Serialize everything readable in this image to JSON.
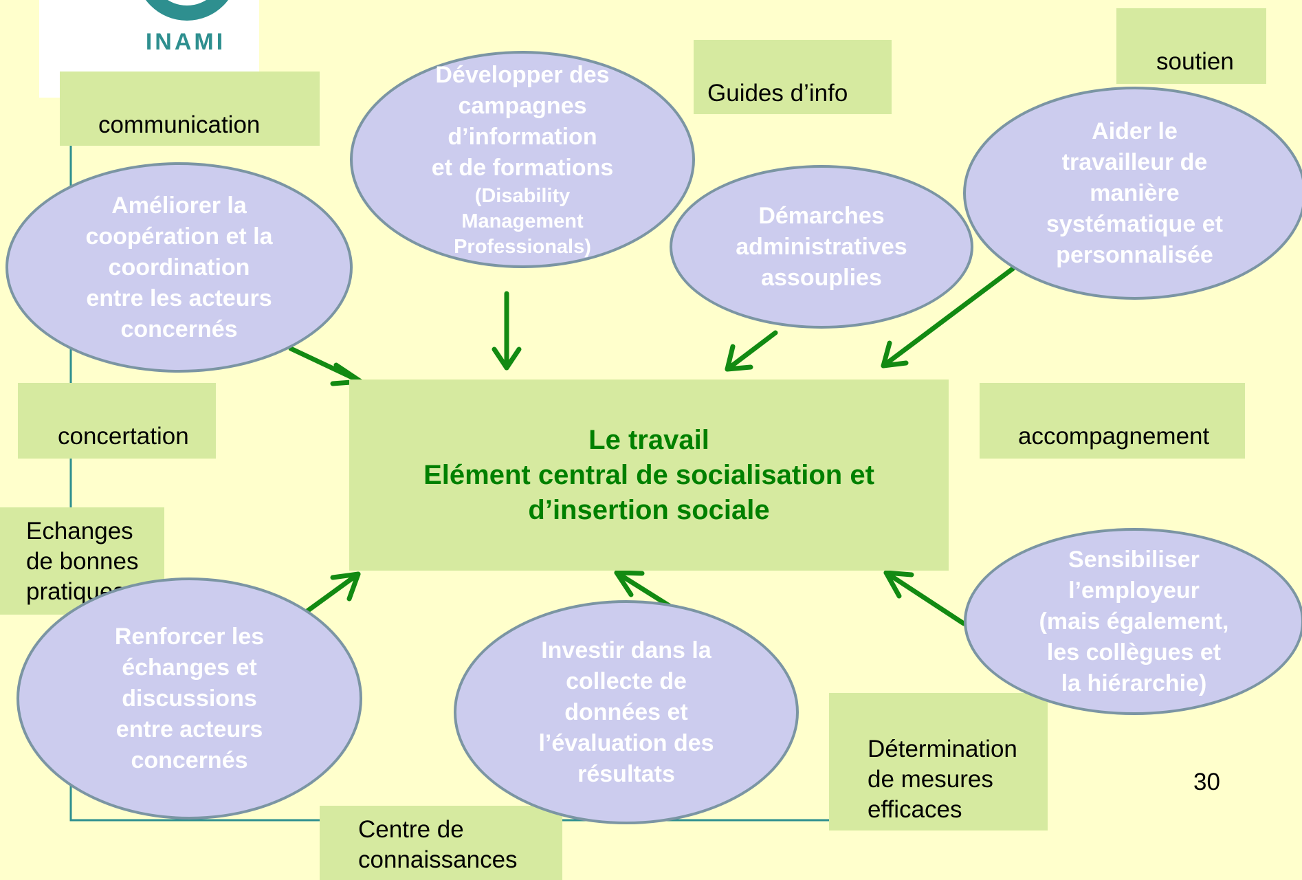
{
  "logo": {
    "text": "INAMI"
  },
  "labels": {
    "communication": "communication",
    "guides": "Guides d’info",
    "soutien": "soutien",
    "concertation": "concertation",
    "accompagnement": "accompagnement",
    "echanges": [
      "Echanges",
      "de bonnes",
      "pratiques"
    ],
    "determination": [
      "Détermination",
      "de mesures",
      "efficaces"
    ],
    "centre": [
      "Centre de",
      "connaissances"
    ]
  },
  "ellipses": {
    "ameliorer": [
      "Améliorer la",
      "coopération et la",
      "coordination",
      "entre les acteurs",
      "concernés"
    ],
    "developper": [
      "Développer des",
      "campagnes",
      "d’information",
      "et de formations"
    ],
    "developper_small": [
      "(Disability",
      "Management",
      "Professionals)"
    ],
    "demarches": [
      "Démarches",
      "administratives",
      "assouplies"
    ],
    "aider": [
      "Aider le",
      "travailleur de",
      "manière",
      "systématique et",
      "personnalisée"
    ],
    "renforcer": [
      "Renforcer les",
      "échanges et",
      "discussions",
      "entre acteurs",
      "concernés"
    ],
    "investir": [
      "Investir dans la",
      "collecte de",
      "données et",
      "l’évaluation des",
      "résultats"
    ],
    "sensibiliser": [
      "Sensibiliser",
      "l’employeur",
      "(mais également,",
      "les collègues et",
      "la hiérarchie)"
    ]
  },
  "center": {
    "line1": "Le travail",
    "line2": "Elément central de socialisation et",
    "line3": "d’insertion sociale"
  },
  "page_number": "30",
  "colors": {
    "background": "#ffffcc",
    "label_fill": "#d6eaa0",
    "ellipse_fill": "#ccccee",
    "ellipse_border": "#7b95a3",
    "arrow": "#128a12",
    "bracket_line": "#2e8f8f",
    "center_text": "#008000",
    "logo": "#2e8f8f"
  }
}
